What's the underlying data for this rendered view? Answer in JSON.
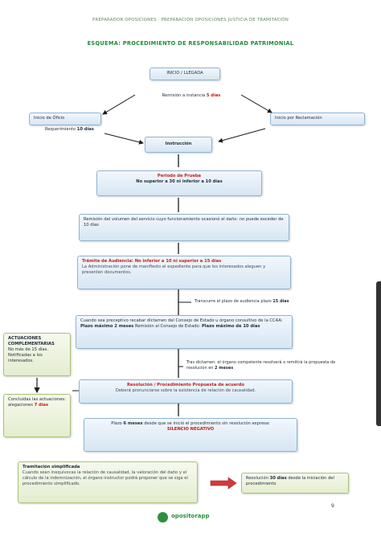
{
  "header": "PREPARADOR OPOSICIONES · PREPARACIÓN OPOSICIONES JUSTICIA DE TRAMITACIÓN",
  "title": "ESQUEMA: PROCEDIMIENTO DE RESPONSABILIDAD PATRIMONIAL",
  "nodes": {
    "inicio": "INICIO / LLEGADA",
    "plazo_inicial_a": "Remisión a instancia",
    "plazo_inicial_b": "5 días",
    "oficio": "Inicio de Oficio",
    "oficio_sub_a": "Requerimiento",
    "oficio_sub_b": "10 días",
    "reclamacion": "Inicio por Reclamación",
    "instruccion": "Instrucción",
    "prueba_title": "Periodo de Prueba",
    "prueba_body": "No superior a 30 ni inferior a 10 días",
    "informe": "Remisión del volumen del servicio cuyo funcionamiento ocasionó el daño: no puede exceder de 10 días",
    "audiencia_title": "Trámite de Audiencia: No inferior a 10 ni superior a 15 días",
    "audiencia_body": "La Administración pone de manifiesto el expediente para que los interesados aleguen y presenten documentos.",
    "plazo_lateral_a": "Transcurre el plazo de audiencia plazo",
    "plazo_lateral_b": "15 días",
    "consejo_body_a": "Cuando sea preceptivo recabar dictamen del Consejo de Estado u órgano consultivo de la CCAA:",
    "consejo_body_b": "Plazo máximo 2 meses",
    "consejo_body_c": "Remisión al Consejo de Estado:",
    "consejo_body_d": "Plazo máximo de 10 días",
    "dictamen_a": "Tras dictamen: el órgano competente resolverá o remitirá la propuesta de resolución en",
    "dictamen_b": "2 meses",
    "actuaciones_title": "ACTUACIONES COMPLEMENTARIAS",
    "actuaciones_body": "No más de 15 días. Notificadas a los interesados.",
    "actuaciones2_body": "Concluidas las actuaciones: alegaciones",
    "actuaciones2_red": "7 días",
    "resolucion_title": "Resolución / Procedimiento Propuesta de acuerdo",
    "resolucion_body": "Deberá pronunciarse sobre la existencia de relación de causalidad.",
    "final_a": "Plazo",
    "final_b": "6 meses",
    "final_c": "desde que se inició el procedimiento sin resolución expresa:",
    "final_d": "SILENCIO NEGATIVO",
    "simplificada_title": "Tramitación simplificada",
    "simplificada_body": "Cuando sean inequívocas la relación de causalidad, la valoración del daño y el cálculo de la indemnización, el órgano instructor podrá proponer que se siga el procedimiento simplificado.",
    "resultado_a": "Resolución",
    "resultado_b": "30 días",
    "resultado_c": "desde la iniciación del procedimiento",
    "page_number": "9",
    "logo": "opositorapp"
  },
  "colors": {
    "accent_green": "#1f8a3a",
    "box_blue": "#d6e6f3",
    "box_green": "#e4edcf",
    "highlight_red": "#c41e1e",
    "arrow_red": "#d43a3a"
  }
}
